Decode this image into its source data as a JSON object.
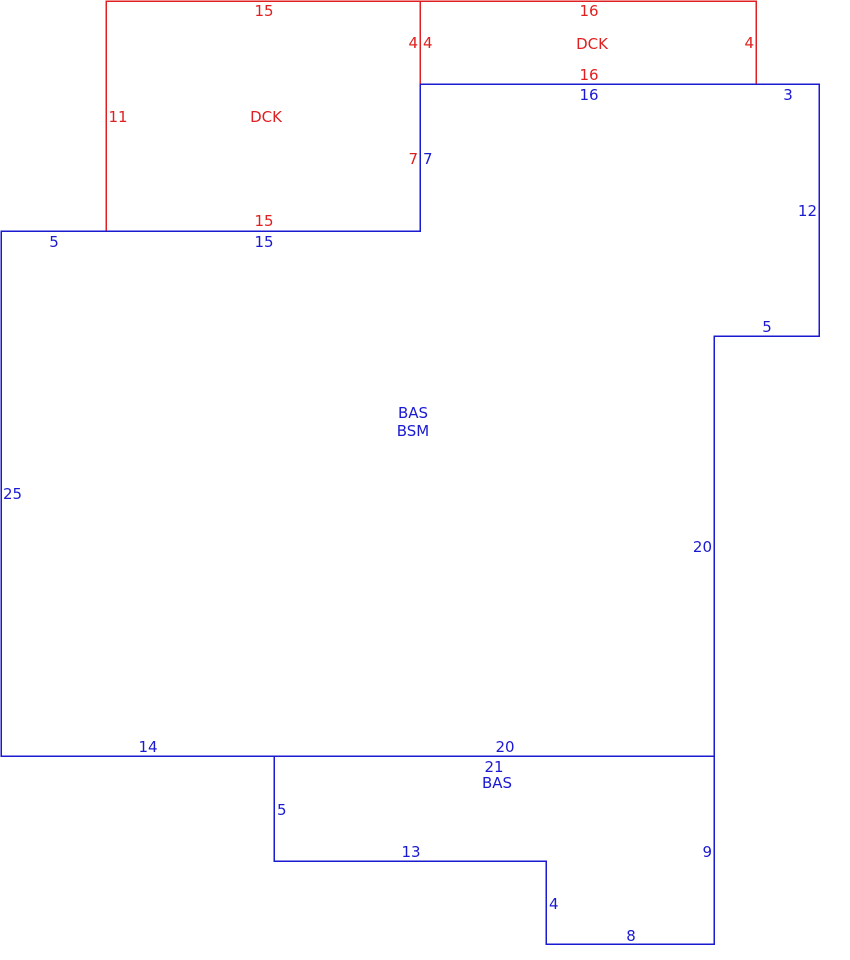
{
  "colors": {
    "deck": "#e02020",
    "base": "#1a1ad0",
    "background": "#ffffff"
  },
  "areas": [
    {
      "id": "dck-left",
      "kind": "deck",
      "labels": [
        "DCK"
      ],
      "dimensions": [
        "15",
        "11",
        "15",
        "4",
        "7"
      ]
    },
    {
      "id": "dck-right",
      "kind": "deck",
      "labels": [
        "DCK"
      ],
      "dimensions": [
        "16",
        "4",
        "16",
        "4"
      ]
    },
    {
      "id": "bas-main",
      "kind": "base",
      "labels": [
        "BAS",
        "BSM"
      ],
      "dimensions": [
        "16",
        "3",
        "12",
        "5",
        "20",
        "20",
        "14",
        "25",
        "5",
        "15",
        "7",
        "4"
      ]
    },
    {
      "id": "bas-lower",
      "kind": "base",
      "labels": [
        "BAS"
      ],
      "dimensions": [
        "21",
        "9",
        "8",
        "4",
        "13",
        "5"
      ]
    }
  ]
}
